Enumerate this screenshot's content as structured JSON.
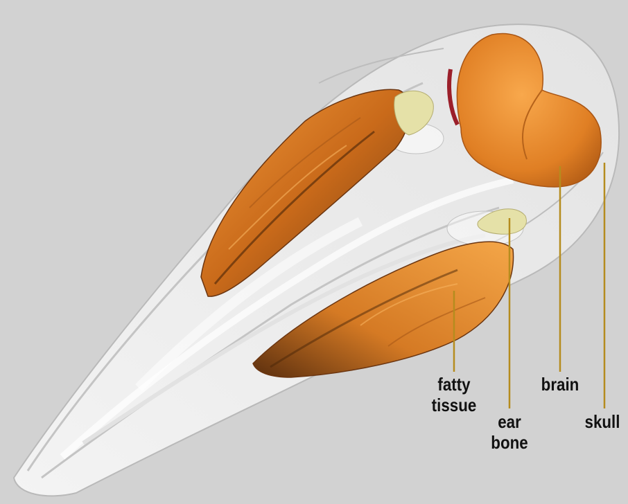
{
  "colors": {
    "background": "#d2d2d2",
    "tissue": "#e07e22",
    "bone": "#f1f1f1",
    "ear_bone": "#e5e1a8",
    "leader_line": "#b58c1e",
    "label_text": "#111111"
  },
  "labels": {
    "fatty_tissue": [
      "fatty",
      "tissue"
    ],
    "ear_bone": [
      "ear",
      "bone"
    ],
    "brain": [
      "brain"
    ],
    "skull": [
      "skull"
    ]
  }
}
